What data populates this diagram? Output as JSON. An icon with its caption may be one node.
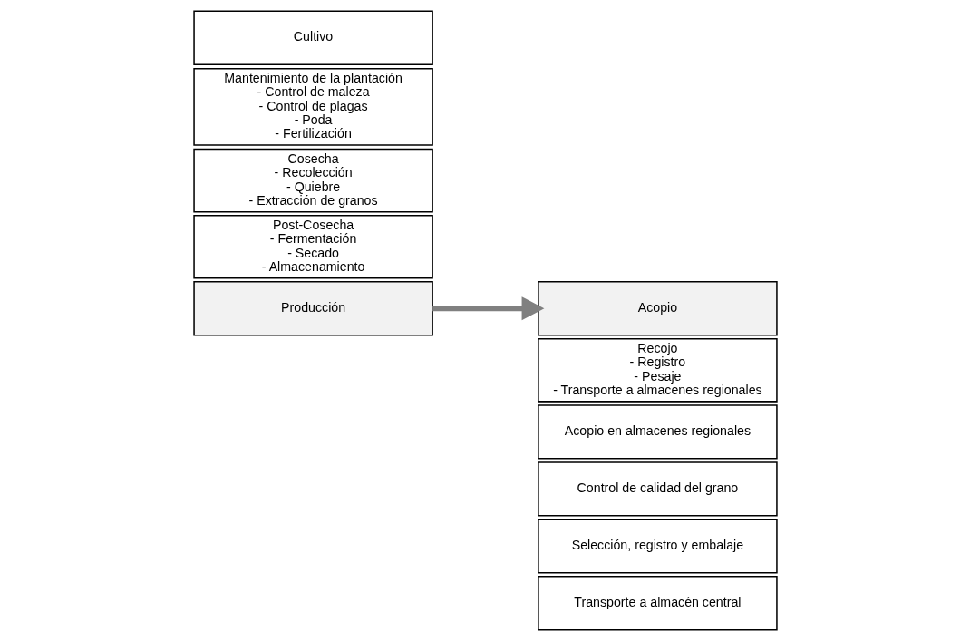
{
  "diagram": {
    "nodes": [
      {
        "text": [
          "Producción"
        ]
      },
      {
        "text": [
          "Cultivo"
        ]
      },
      {
        "text": [
          "Mantenimiento de la plantación",
          "- Control de maleza",
          "- Control de plagas",
          "- Poda",
          "- Fertilización"
        ]
      },
      {
        "text": [
          "Cosecha",
          "- Recolección",
          "- Quiebre",
          "- Extracción de granos"
        ]
      },
      {
        "text": [
          "Post-Cosecha",
          "- Fermentación",
          "- Secado",
          "- Almacenamiento"
        ]
      },
      {
        "text": [
          "Acopio"
        ]
      },
      {
        "text": [
          "Recojo",
          "- Registro",
          "- Pesaje",
          "- Transporte a almacenes regionales"
        ]
      },
      {
        "text": [
          "Acopio en almacenes regionales"
        ]
      },
      {
        "text": [
          "Control de calidad del grano"
        ]
      },
      {
        "text": [
          "Selección, registro y embalaje"
        ]
      },
      {
        "text": [
          "Transporte a almacén central"
        ]
      }
    ],
    "edges": [
      {
        "from": 0,
        "to": 5,
        "arrow": "to"
      }
    ]
  }
}
